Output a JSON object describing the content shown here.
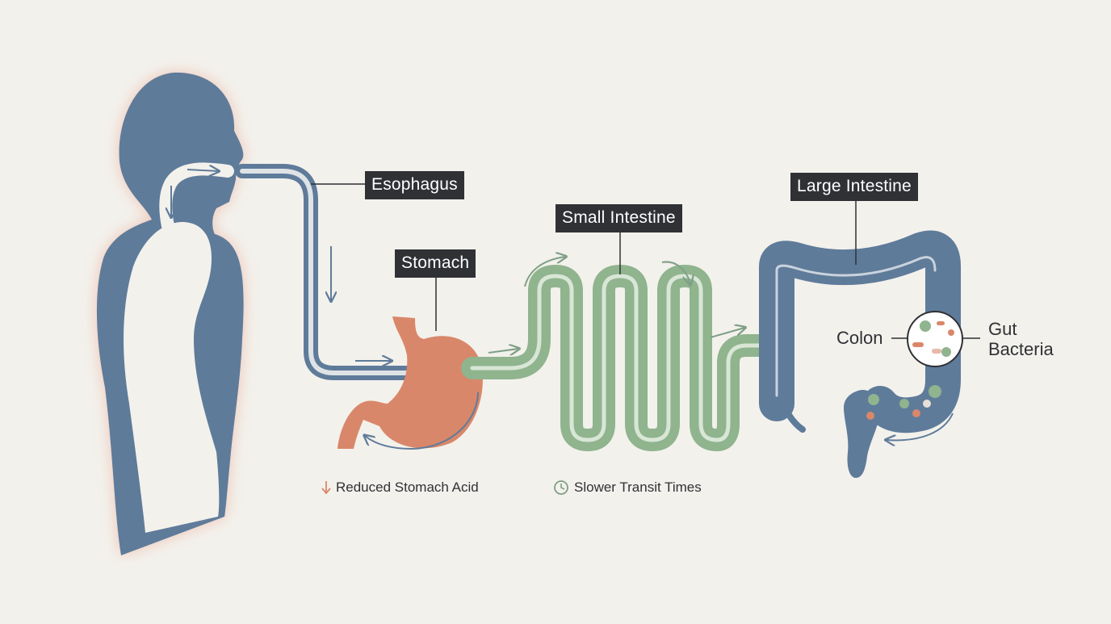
{
  "labels": {
    "esophagus": "Esophagus",
    "stomach": "Stomach",
    "small_intestine": "Small Intestine",
    "large_intestine": "Large Intestine",
    "colon": "Colon",
    "gut_bacteria_line1": "Gut",
    "gut_bacteria_line2": "Bacteria"
  },
  "notes": {
    "stomach_acid": "Reduced Stomach Acid",
    "transit": "Slower Transit Times"
  },
  "colors": {
    "background": "#f3f1ec",
    "body": "#5f7b9a",
    "esophagus": "#5f7b9a",
    "stomach": "#d9876a",
    "small_intestine": "#8fb48e",
    "large_intestine": "#5f7b9a",
    "label_bg": "#2f3135",
    "glow": "#e8a08a"
  }
}
